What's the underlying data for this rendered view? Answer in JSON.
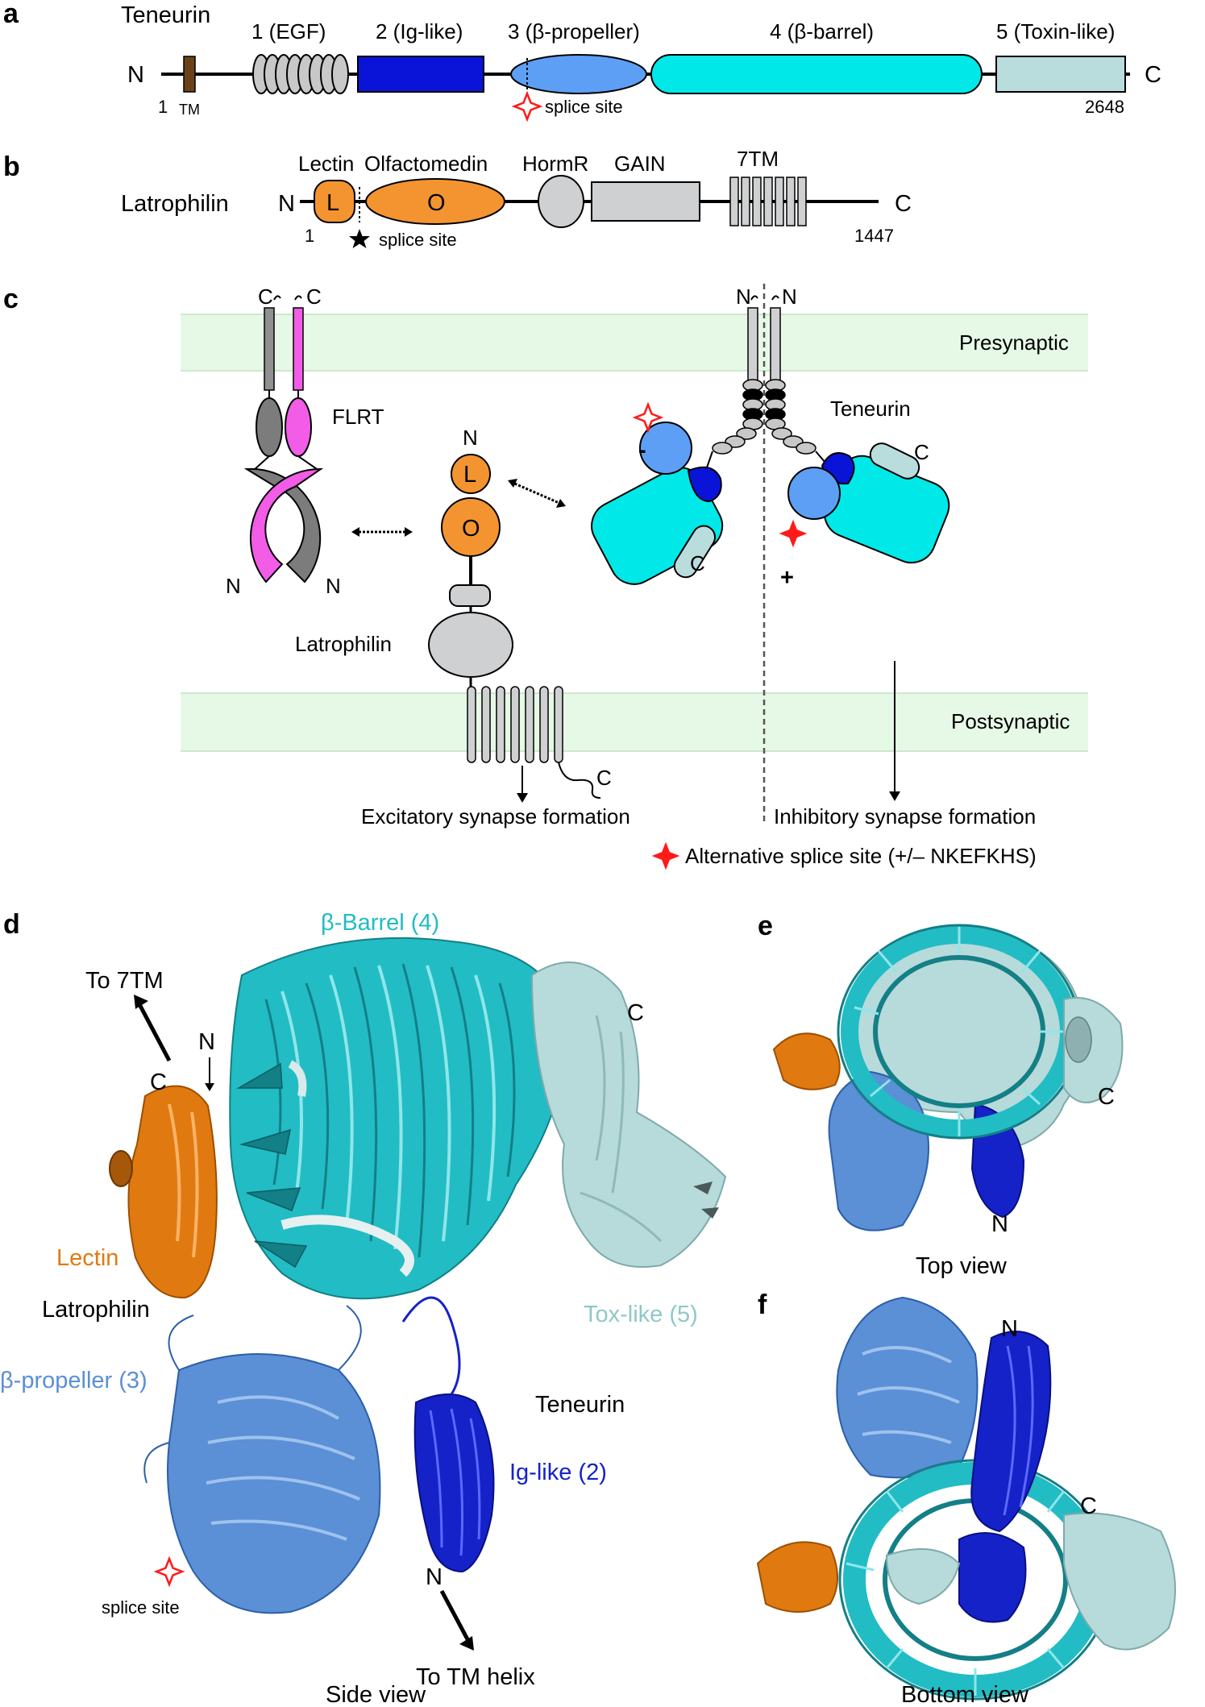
{
  "panels": [
    "a",
    "b",
    "c",
    "d",
    "e",
    "f"
  ],
  "panel_a": {
    "protein": "Teneurin",
    "n_term": "N",
    "c_term": "C",
    "start": "1",
    "end": "2648",
    "tm": "TM",
    "domains": [
      "1 (EGF)",
      "2 (Ig-like)",
      "3 (β-propeller)",
      "4 (β-barrel)",
      "5 (Toxin-like)"
    ],
    "splice": "splice site"
  },
  "panel_b": {
    "protein": "Latrophilin",
    "n_term": "N",
    "c_term": "C",
    "start": "1",
    "end": "1447",
    "domains": [
      "Lectin",
      "Olfactomedin",
      "HormR",
      "GAIN",
      "7TM"
    ],
    "lectin_letter": "L",
    "olf_letter": "O",
    "splice": "splice site"
  },
  "panel_c": {
    "presynaptic": "Presynaptic",
    "postsynaptic": "Postsynaptic",
    "flrt": "FLRT",
    "latrophilin": "Latrophilin",
    "teneurin": "Teneurin",
    "n": "N",
    "c": "C",
    "l": "L",
    "o": "O",
    "minus": "-",
    "plus": "+",
    "excitatory": "Excitatory synapse formation",
    "inhibitory": "Inhibitory synapse formation",
    "legend": "Alternative splice site (+/– NKEFKHS)"
  },
  "panel_d": {
    "barrel": "β-Barrel (4)",
    "to7tm": "To 7TM",
    "n": "N",
    "c": "C",
    "lectin": "Lectin",
    "latrophilin": "Latrophilin",
    "toxlike": "Tox-like (5)",
    "teneurin": "Teneurin",
    "propeller": "β-propeller (3)",
    "iglike": "Ig-like (2)",
    "splice": "splice site",
    "totm": "To TM helix",
    "view": "Side view"
  },
  "panel_e": {
    "c": "C",
    "n": "N",
    "view": "Top view"
  },
  "panel_f": {
    "n": "N",
    "c": "C",
    "view": "Bottom view"
  },
  "colors": {
    "egf": "#c8c8c8",
    "iglike": "#0a14d8",
    "propeller": "#5d9ff5",
    "barrel": "#00e8e8",
    "toxlike": "#b9dcdc",
    "lectin": "#f39431",
    "membrane": "#e6f9e6",
    "splice_star": "#ff1a1a",
    "ribbon_cyan": "#22bcc4",
    "ribbon_dark_cyan": "#137f86",
    "ribbon_orange": "#e07a10",
    "ribbon_blue": "#1422c8",
    "ribbon_light_blue": "#5b8fd6",
    "ribbon_pale": "#b7dada"
  }
}
